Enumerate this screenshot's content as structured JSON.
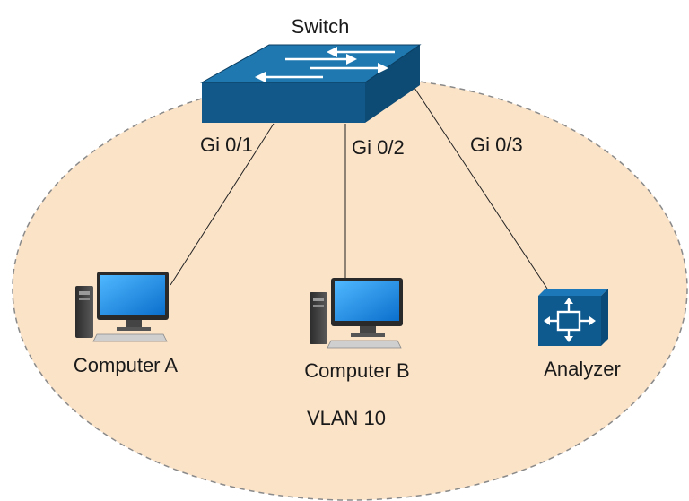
{
  "diagram": {
    "switch": {
      "label": "Switch"
    },
    "ports": [
      {
        "id": "gi01",
        "label": "Gi 0/1"
      },
      {
        "id": "gi02",
        "label": "Gi 0/2"
      },
      {
        "id": "gi03",
        "label": "Gi 0/3"
      }
    ],
    "nodes": [
      {
        "id": "computer-a",
        "label": "Computer A",
        "icon": "desktop-computer-icon"
      },
      {
        "id": "computer-b",
        "label": "Computer B",
        "icon": "desktop-computer-icon"
      },
      {
        "id": "analyzer",
        "label": "Analyzer",
        "icon": "analyzer-icon"
      }
    ],
    "vlan": {
      "label": "VLAN 10"
    },
    "colors": {
      "vlan_fill": "#fbe3c8",
      "vlan_stroke": "#8a8a8a",
      "switch_top": "#1f78b0",
      "switch_front": "#12598a",
      "switch_side": "#0d4a74",
      "screen": "#1c8fe0",
      "analyzer": "#0e5a8f",
      "line": "#222222"
    }
  }
}
